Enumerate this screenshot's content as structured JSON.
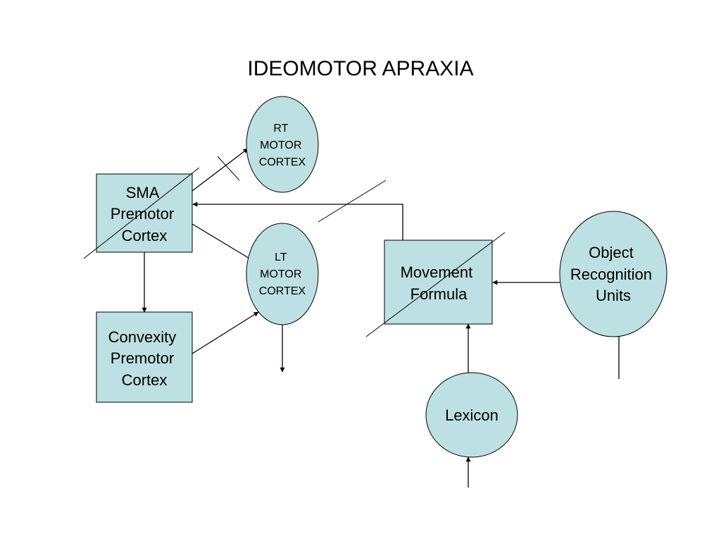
{
  "title": "IDEOMOTOR APRAXIA",
  "colors": {
    "node_fill": "#bde0e3",
    "stroke": "#000000",
    "background": "#ffffff"
  },
  "nodes": {
    "sma": {
      "shape": "rectangle",
      "lines": [
        "SMA",
        "Premotor",
        "Cortex"
      ]
    },
    "convexity": {
      "shape": "rectangle",
      "lines": [
        "Convexity",
        "Premotor",
        "Cortex"
      ]
    },
    "rt_motor": {
      "shape": "ellipse",
      "lines": [
        "RT",
        "MOTOR",
        "CORTEX"
      ]
    },
    "lt_motor": {
      "shape": "ellipse",
      "lines": [
        "LT",
        "MOTOR",
        "CORTEX"
      ]
    },
    "movement": {
      "shape": "rectangle",
      "lines": [
        "Movement",
        "Formula"
      ]
    },
    "object": {
      "shape": "ellipse",
      "lines": [
        "Object",
        "Recognition",
        "Units"
      ]
    },
    "lexicon": {
      "shape": "ellipse",
      "lines": [
        "Lexicon"
      ]
    }
  },
  "edges": [
    {
      "from": "sma",
      "to": "rt_motor",
      "disconnected": true
    },
    {
      "from": "sma",
      "to": "lt_motor",
      "disconnected": false
    },
    {
      "from": "sma",
      "to": "convexity",
      "disconnected": false
    },
    {
      "from": "convexity",
      "to": "lt_motor",
      "disconnected": false
    },
    {
      "from": "lt_motor",
      "to": "output",
      "disconnected": false
    },
    {
      "from": "movement",
      "to": "sma",
      "disconnected": true
    },
    {
      "from": "object",
      "to": "movement",
      "disconnected": false
    },
    {
      "from": "lexicon",
      "to": "movement",
      "disconnected": false
    },
    {
      "from": "input",
      "to": "lexicon",
      "disconnected": false
    },
    {
      "from": "input",
      "to": "object",
      "disconnected": false
    }
  ],
  "lesions": [
    "sma",
    "movement"
  ]
}
